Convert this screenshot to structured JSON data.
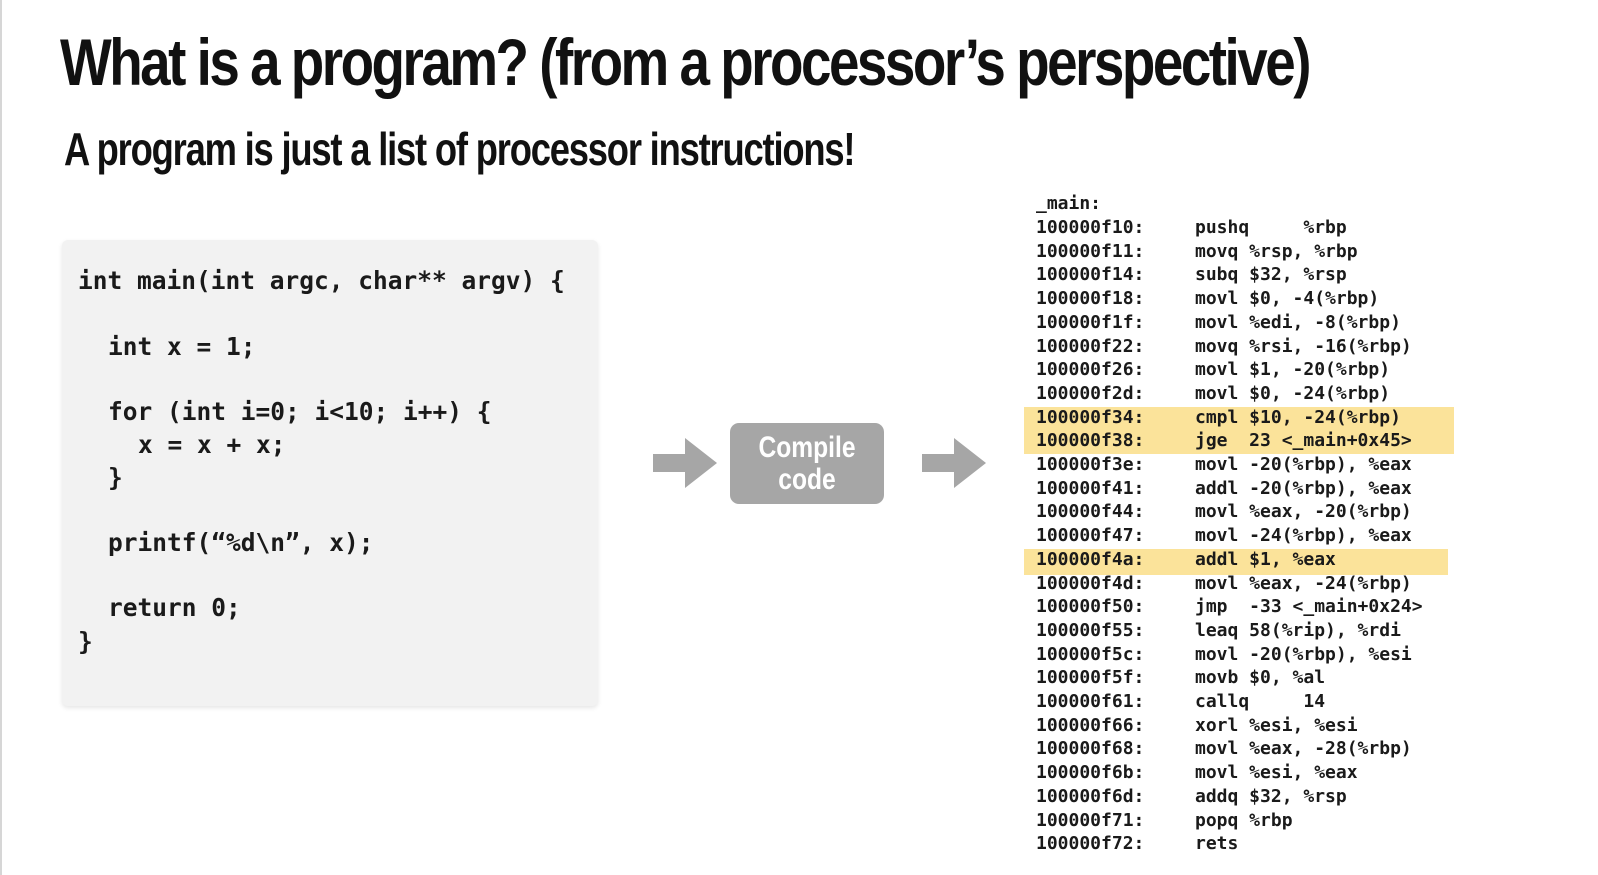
{
  "slide": {
    "title": "What is a program? (from a processor’s perspective)",
    "subtitle": "A program is just a list of processor instructions!"
  },
  "source_code": [
    "int main(int argc, char** argv) {",
    "int x = 1;",
    "for (int i=0; i<10; i++) {",
    "x = x + x;",
    "}",
    "printf(“%d\\n”, x);",
    "return 0;",
    "}"
  ],
  "compile": {
    "line1": "Compile",
    "line2": "code"
  },
  "colors": {
    "highlight": "#fbe39a",
    "compile_box": "#a6a6a6",
    "arrow": "#a6a6a6",
    "code_background": "#f2f2f2"
  },
  "assembly": {
    "label": "_main:",
    "rows": [
      {
        "addr": "100000f10:",
        "instr": "pushq     %rbp"
      },
      {
        "addr": "100000f11:",
        "instr": "movq %rsp, %rbp"
      },
      {
        "addr": "100000f14:",
        "instr": "subq $32, %rsp"
      },
      {
        "addr": "100000f18:",
        "instr": "movl $0, -4(%rbp)"
      },
      {
        "addr": "100000f1f:",
        "instr": "movl %edi, -8(%rbp)"
      },
      {
        "addr": "100000f22:",
        "instr": "movq %rsi, -16(%rbp)"
      },
      {
        "addr": "100000f26:",
        "instr": "movl $1, -20(%rbp)"
      },
      {
        "addr": "100000f2d:",
        "instr": "movl $0, -24(%rbp)"
      },
      {
        "addr": "100000f34:",
        "instr": "cmpl $10, -24(%rbp)"
      },
      {
        "addr": "100000f38:",
        "instr": "jge  23 <_main+0x45>"
      },
      {
        "addr": "100000f3e:",
        "instr": "movl -20(%rbp), %eax"
      },
      {
        "addr": "100000f41:",
        "instr": "addl -20(%rbp), %eax"
      },
      {
        "addr": "100000f44:",
        "instr": "movl %eax, -20(%rbp)"
      },
      {
        "addr": "100000f47:",
        "instr": "movl -24(%rbp), %eax"
      },
      {
        "addr": "100000f4a:",
        "instr": "addl $1, %eax"
      },
      {
        "addr": "100000f4d:",
        "instr": "movl %eax, -24(%rbp)"
      },
      {
        "addr": "100000f50:",
        "instr": "jmp  -33 <_main+0x24>"
      },
      {
        "addr": "100000f55:",
        "instr": "leaq 58(%rip), %rdi"
      },
      {
        "addr": "100000f5c:",
        "instr": "movl -20(%rbp), %esi"
      },
      {
        "addr": "100000f5f:",
        "instr": "movb $0, %al"
      },
      {
        "addr": "100000f61:",
        "instr": "callq     14"
      },
      {
        "addr": "100000f66:",
        "instr": "xorl %esi, %esi"
      },
      {
        "addr": "100000f68:",
        "instr": "movl %eax, -28(%rbp)"
      },
      {
        "addr": "100000f6b:",
        "instr": "movl %esi, %eax"
      },
      {
        "addr": "100000f6d:",
        "instr": "addq $32, %rsp"
      },
      {
        "addr": "100000f71:",
        "instr": "popq %rbp"
      },
      {
        "addr": "100000f72:",
        "instr": "rets"
      }
    ]
  }
}
